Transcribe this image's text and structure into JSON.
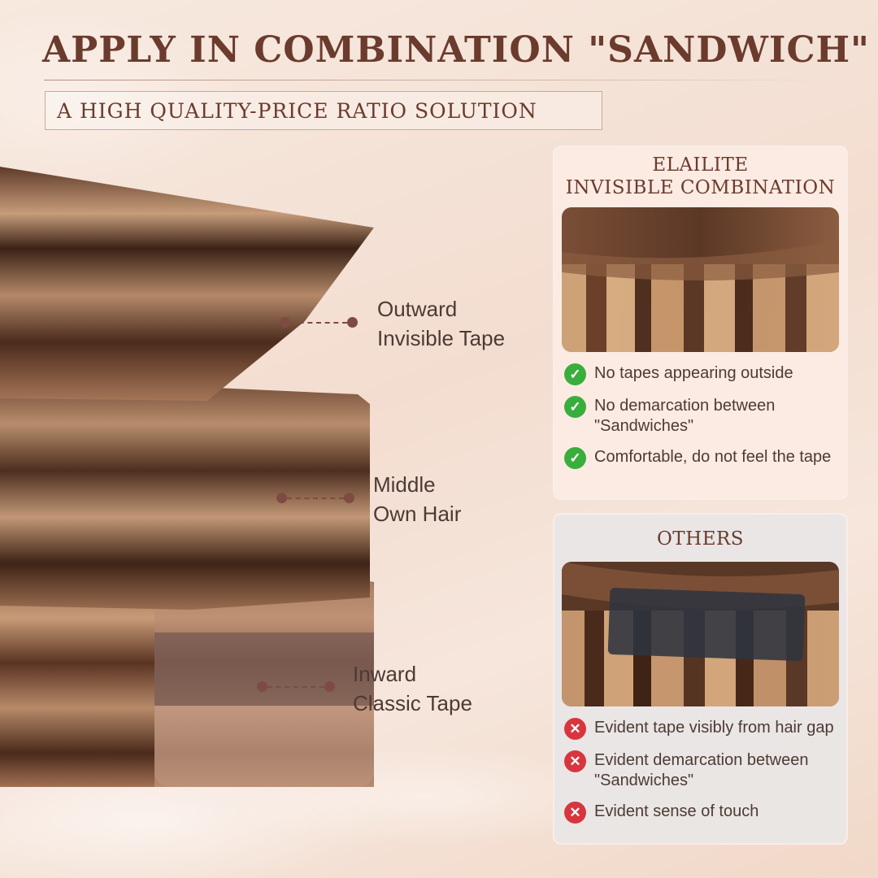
{
  "title": "APPLY IN COMBINATION \"SANDWICH\"",
  "subtitle": "A HIGH QUALITY-PRICE RATIO SOLUTION",
  "layers": [
    {
      "line1": "Outward",
      "line2": "Invisible Tape"
    },
    {
      "line1": "Middle",
      "line2": "Own Hair"
    },
    {
      "line1": "Inward",
      "line2": "Classic Tape"
    }
  ],
  "good_panel": {
    "heading_line1": "ELAILITE",
    "heading_line2": "INVISIBLE COMBINATION",
    "icon": "check-circle-icon",
    "items": [
      "No tapes appearing outside",
      "No demarcation between \"Sandwiches\"",
      "Comfortable, do not feel the tape"
    ]
  },
  "bad_panel": {
    "heading": "OTHERS",
    "icon": "x-circle-icon",
    "items": [
      "Evident tape visibly from hair gap",
      "Evident demarcation between \"Sandwiches\"",
      "Evident sense of touch"
    ]
  },
  "colors": {
    "title": "#6b3b2d",
    "accent_dot": "#7e4b43",
    "check": "#3aae3d",
    "cross": "#d7363f"
  }
}
